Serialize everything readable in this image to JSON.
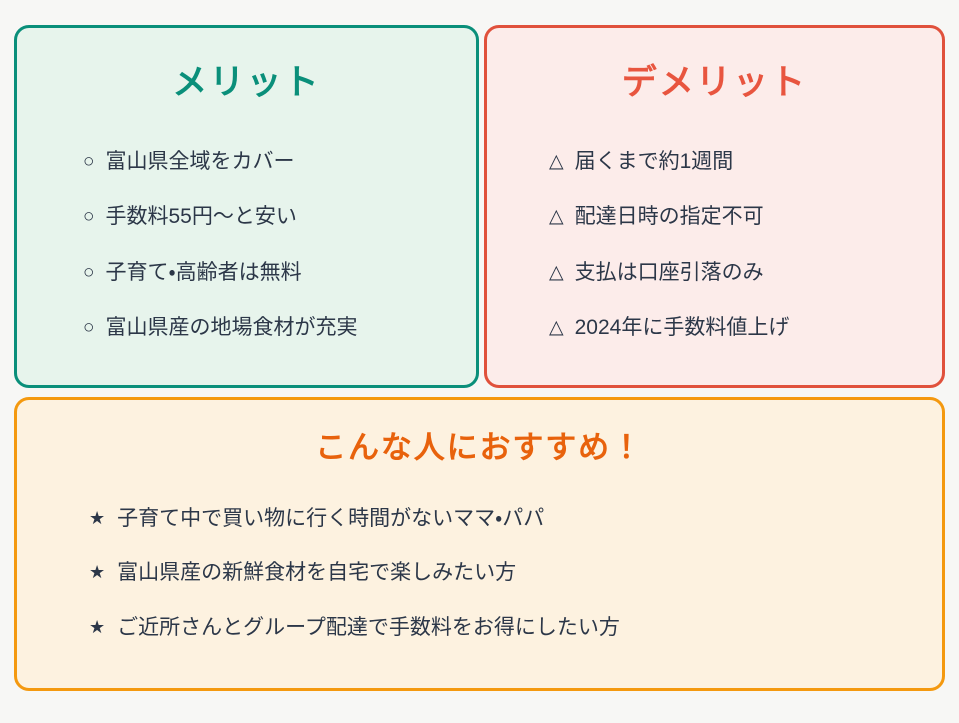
{
  "page": {
    "background_color": "#f7f7f5",
    "text_color": "#2c3748"
  },
  "merit_card": {
    "title": "メリット",
    "title_color": "#0a8f7a",
    "border_color": "#0a8f7a",
    "background_color": "#e7f4ec",
    "marker_icon": "circle-outline-icon",
    "marker_glyph": "○",
    "items": [
      "富山県全域をカバー",
      "手数料55円〜と安い",
      "子育て・高齢者は無料",
      "富山県産の地場食材が充実"
    ]
  },
  "demerit_card": {
    "title": "デメリット",
    "title_color": "#e8553f",
    "border_color": "#e0513c",
    "background_color": "#fcecea",
    "marker_icon": "triangle-outline-icon",
    "marker_glyph": "△",
    "items": [
      "届くまで約1週間",
      "配達日時の指定不可",
      "支払は口座引落のみ",
      "2024年に手数料値上げ"
    ]
  },
  "recommend_card": {
    "title": "こんな人におすすめ！",
    "title_color": "#e8620c",
    "border_color": "#f4990f",
    "background_color": "#fdf2e0",
    "marker_icon": "star-filled-icon",
    "marker_glyph": "★",
    "items": [
      "子育て中で買い物に行く時間がないママ・パパ",
      "富山県産の新鮮食材を自宅で楽しみたい方",
      "ご近所さんとグループ配達で手数料をお得にしたい方"
    ]
  }
}
